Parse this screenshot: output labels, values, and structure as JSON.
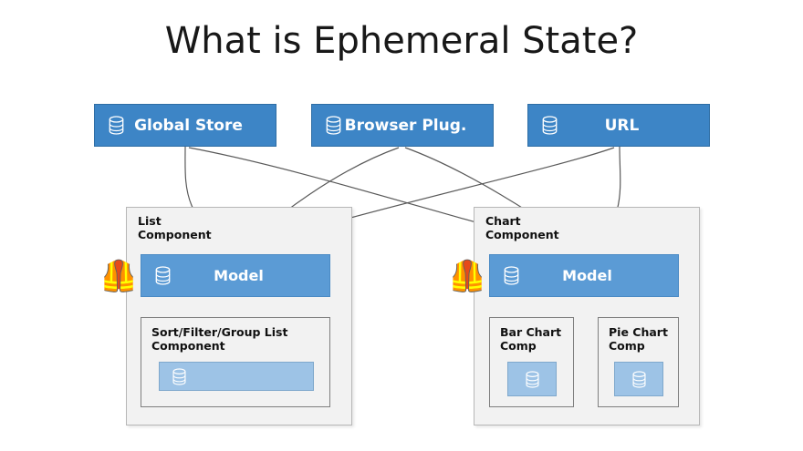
{
  "slide": {
    "title": "What is Ephemeral State?",
    "background_color": "#ffffff"
  },
  "colors": {
    "source_box_blue": "#3d85c6",
    "model_box_blue": "#5b9bd5",
    "inner_box_light_blue": "#9dc3e6",
    "container_gray": "#f2f2f2",
    "container_border": "#b7b7b7",
    "child_border": "#7f7f7f",
    "arrow_stroke": "#595959",
    "title_text": "#181818",
    "box_text": "#ffffff"
  },
  "sources": [
    {
      "id": "global-store",
      "label": "Global Store",
      "icon": "database-icon"
    },
    {
      "id": "browser-plugin",
      "label": "Browser Plug.",
      "icon": "database-icon"
    },
    {
      "id": "url",
      "label": "URL",
      "icon": "database-icon"
    }
  ],
  "components": [
    {
      "id": "list-component",
      "title": "List\nComponent",
      "badge": "hard-hat-emoji",
      "badge_glyph": "🦺",
      "model": {
        "label": "Model",
        "icon": "database-icon"
      },
      "children": [
        {
          "id": "sort-filter-group-list-component",
          "title": "Sort/Filter/Group List\nComponent",
          "inner": {
            "icon": "database-icon",
            "label": ""
          }
        }
      ]
    },
    {
      "id": "chart-component",
      "title": "Chart\nComponent",
      "badge": "hard-hat-emoji",
      "badge_glyph": "🦺",
      "model": {
        "label": "Model",
        "icon": "database-icon"
      },
      "children": [
        {
          "id": "bar-chart-comp",
          "title": "Bar Chart\nComp",
          "inner": {
            "icon": "database-icon",
            "label": ""
          }
        },
        {
          "id": "pie-chart-comp",
          "title": "Pie Chart\nComp",
          "inner": {
            "icon": "database-icon",
            "label": ""
          }
        }
      ]
    }
  ],
  "connections": [
    {
      "from": "global-store",
      "to": "list-component-model"
    },
    {
      "from": "global-store",
      "to": "chart-component-model"
    },
    {
      "from": "browser-plugin",
      "to": "list-component-model"
    },
    {
      "from": "browser-plugin",
      "to": "chart-component-model"
    },
    {
      "from": "url",
      "to": "list-component-model"
    },
    {
      "from": "url",
      "to": "chart-component-model"
    },
    {
      "from": "list-component-model",
      "to": "sort-filter-group-list-component"
    },
    {
      "from": "chart-component-model",
      "to": "bar-chart-comp"
    },
    {
      "from": "chart-component-model",
      "to": "pie-chart-comp"
    }
  ]
}
